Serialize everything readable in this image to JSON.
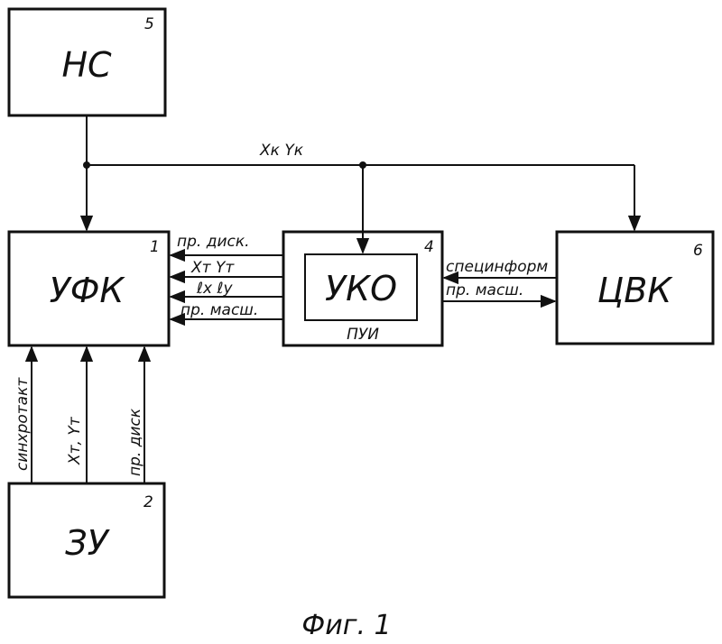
{
  "blocks": {
    "nc": {
      "label": "НС",
      "number": "5"
    },
    "ufk": {
      "label": "УФК",
      "number": "1"
    },
    "pui": {
      "label": "ПУИ",
      "number": "4"
    },
    "uko": {
      "label": "УКО"
    },
    "cvk": {
      "label": "ЦВК",
      "number": "6"
    },
    "zu": {
      "label": "ЗУ",
      "number": "2"
    }
  },
  "signals": {
    "bus": "Xк  Yк",
    "pr_disk_top": "пр. диск.",
    "xt_yt": "Xт  Yт",
    "lx_ly": "ℓx  ℓy",
    "pr_mash_left": "пр. масш.",
    "specinform": "специнформ",
    "pr_mash_right": "пр. масш.",
    "sinhrotakt": "синхротакт",
    "xt_yt_vertical": "Xт, Yт",
    "pr_disk_vertical": "пр. диск"
  },
  "caption": "Фиг. 1"
}
